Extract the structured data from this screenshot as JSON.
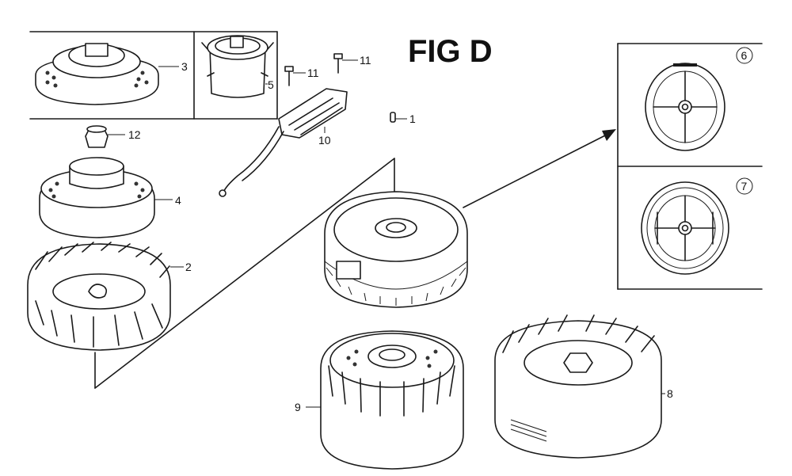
{
  "figure": {
    "title": "FIG D"
  },
  "callouts": {
    "p1": "1",
    "p2": "2",
    "p3": "3",
    "p4": "4",
    "p5": "5",
    "p6": "6",
    "p7": "7",
    "p8": "8",
    "p9": "9",
    "p10": "10",
    "p11a": "11",
    "p11b": "11",
    "p12": "12"
  },
  "colors": {
    "ink": "#1a1a1a",
    "background": "#ffffff"
  }
}
